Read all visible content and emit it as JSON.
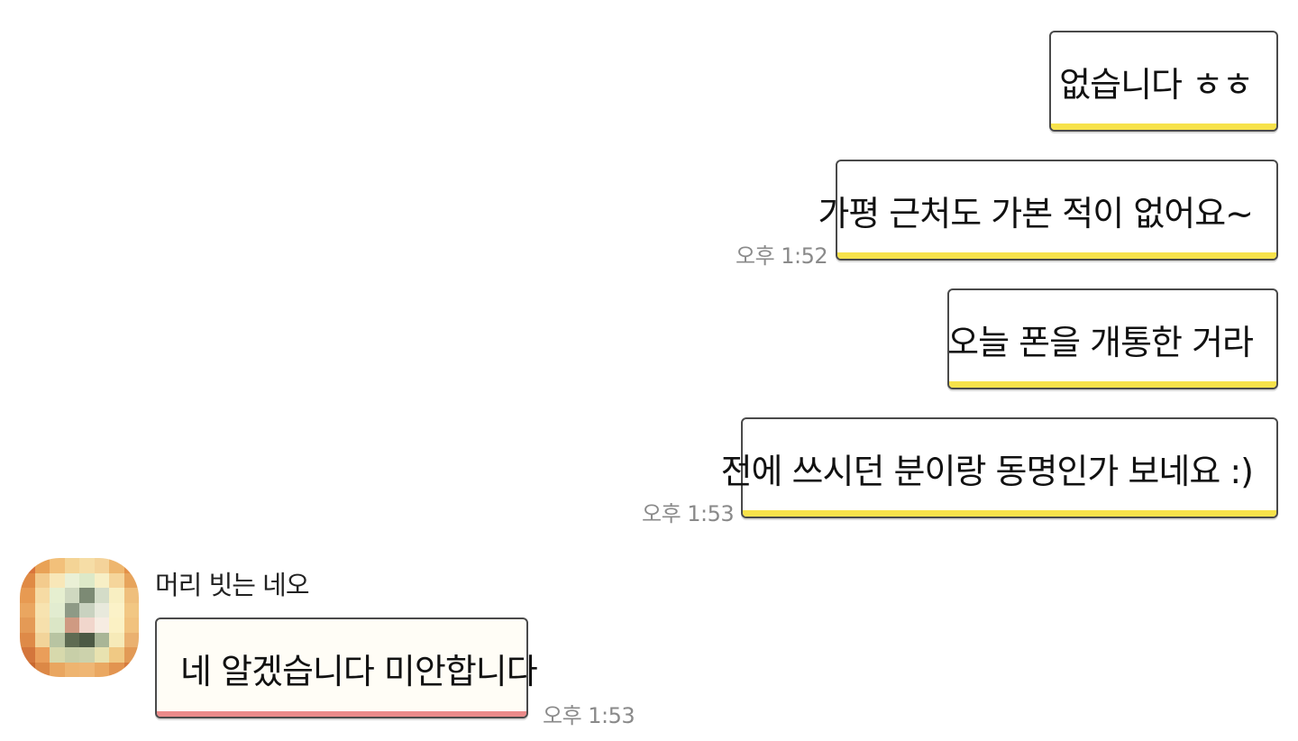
{
  "messages": [
    {
      "direction": "sent",
      "text": "없습니다 ㅎㅎ"
    },
    {
      "direction": "sent",
      "text": "가평 근처도 가본 적이 없어요~",
      "time": "오후 1:52"
    },
    {
      "direction": "sent",
      "text": "오늘 폰을 개통한 거라"
    },
    {
      "direction": "sent",
      "text": "전에 쓰시던 분이랑 동명인가 보네요 :)",
      "time": "오후 1:53"
    },
    {
      "direction": "received",
      "sender": "머리 빗는 네오",
      "text": "네 알겠습니다 미안합니다",
      "time": "오후 1:53"
    }
  ],
  "colors": {
    "sent_accent": "#f7e24a",
    "received_accent": "#ea8a8a",
    "border": "#4a4a4a",
    "timestamp": "#8a8a8a"
  },
  "avatar": {
    "icon": "pixelated-profile-icon",
    "pixels": [
      "#d9743a",
      "#e9a256",
      "#f2c07a",
      "#f4d496",
      "#f6dda6",
      "#f4d39a",
      "#eeb66e",
      "#e39048",
      "#e08a44",
      "#f3cb8d",
      "#f8e7b8",
      "#eaf0d6",
      "#dde9c8",
      "#f7efc6",
      "#f5d59b",
      "#e7a45c",
      "#e79a52",
      "#f6dba4",
      "#e6efd0",
      "#cfd8c0",
      "#7c8a74",
      "#d4dcc8",
      "#f8efc2",
      "#efbf7c",
      "#eaa660",
      "#f7e3b0",
      "#e2ecd0",
      "#8e9a86",
      "#c9d2c0",
      "#e8e9dc",
      "#fbf2c8",
      "#f2c783",
      "#e49a56",
      "#f6e0ac",
      "#dbe6c6",
      "#cf9a82",
      "#f1d6cc",
      "#f6ece2",
      "#fbf1c4",
      "#f1c27e",
      "#de8a48",
      "#f2d49a",
      "#b8c4a2",
      "#5e6b52",
      "#4c5944",
      "#a9b596",
      "#f6eab8",
      "#eab170",
      "#d4763c",
      "#ea9e5a",
      "#d7d9ac",
      "#c8cfa8",
      "#ccd2ac",
      "#e8e2b0",
      "#f0c984",
      "#e29a56",
      "#c9682e",
      "#dc8846",
      "#e9a660",
      "#eeb470",
      "#efb674",
      "#eaa862",
      "#e29450",
      "#d67a3c"
    ]
  }
}
